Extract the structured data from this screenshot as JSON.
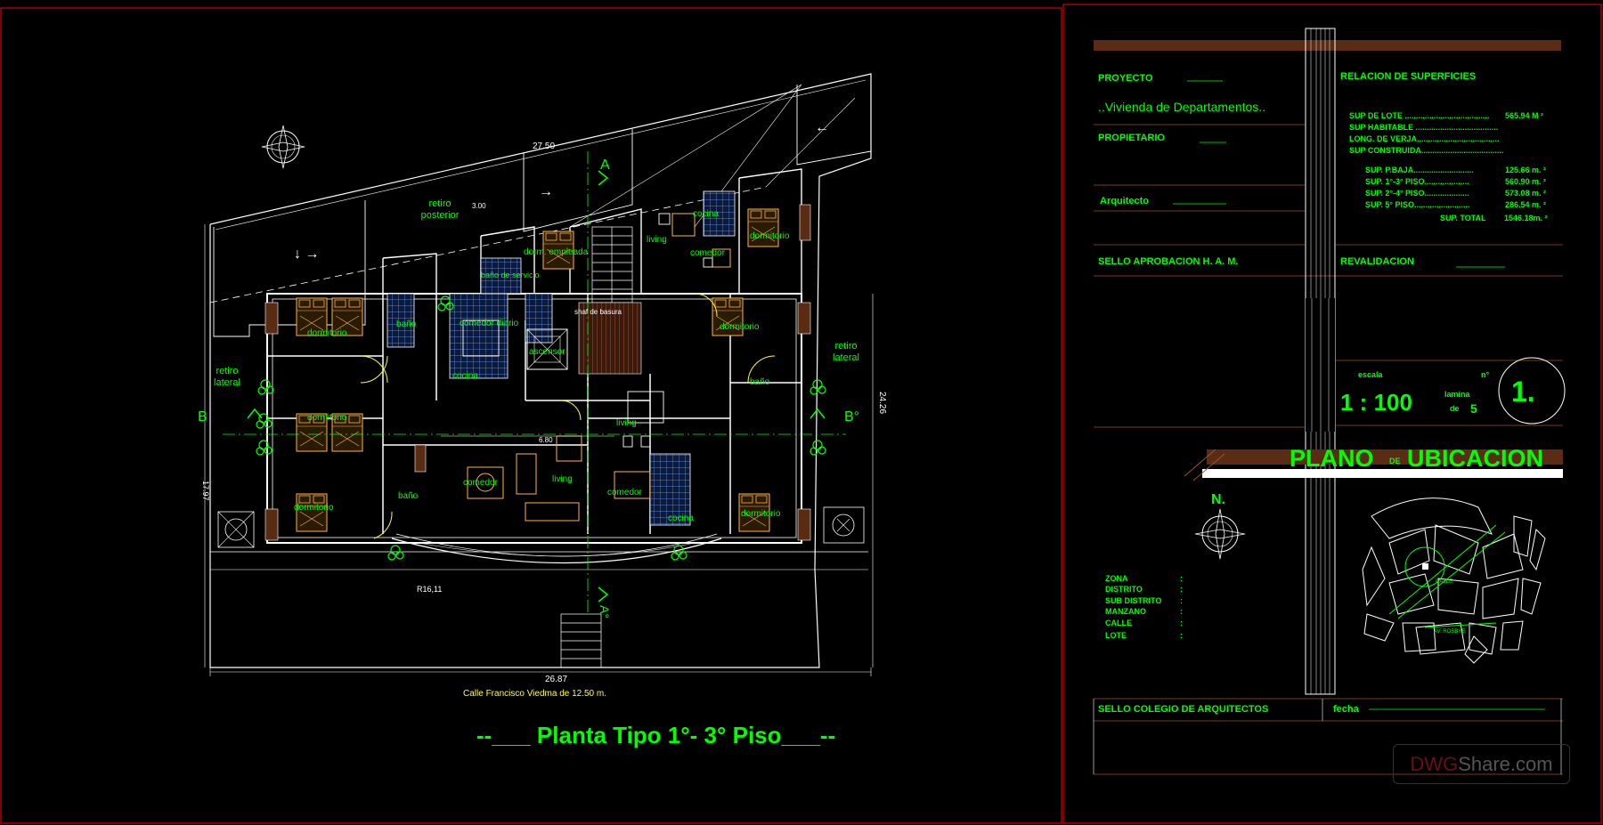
{
  "plan": {
    "title": "--___ Planta  Tipo 1°- 3° Piso___--",
    "street": "Calle  Francisco  Viedma  de 12.50 m.",
    "dims": {
      "top": "27.50",
      "bottom": "26.87",
      "right": "24.26",
      "left": "17.97",
      "retiro_depth": "3.00",
      "inner": "6.80",
      "radius": "R16,11"
    },
    "section_marks": {
      "a_top": "A",
      "a_bottom": "A°",
      "b_left": "B",
      "b_right": "B°"
    },
    "rooms": {
      "retiro_posterior": "retiro posterior",
      "retiro_lateral_left": "retiro lateral",
      "retiro_lateral_right": "retiro lateral",
      "dormitorio": "dormitorio",
      "bano": "baño",
      "cocina": "cocina",
      "comedor": "comedor",
      "living": "living",
      "dormitorio_empleada": "dorm. empleada",
      "bano_servicio": "baño de servicio",
      "ascensor": "ascensor",
      "shaft_basura": "shaf de basura",
      "estar_comedor": "comedor diario"
    }
  },
  "titleblock": {
    "proyecto_label": "PROYECTO",
    "proyecto_value": "..Vivienda   de  Departamentos..",
    "propietario_label": "PROPIETARIO",
    "arquitecto_label": "Arquitecto",
    "sello_ham_label": "SELLO APROBACION  H. A. M.",
    "revalidacion_label": "REVALIDACION",
    "relacion_label": "RELACION DE SUPERFICIES",
    "superficies": [
      {
        "label": "SUP DE LOTE ......................................",
        "value": "565.94  M ²"
      },
      {
        "label": "SUP HABITABLE .....................................",
        "value": ""
      },
      {
        "label": "LONG. DE VERJA.....................................",
        "value": ""
      },
      {
        "label": "SUP CONSTRUIDA.....................................",
        "value": ""
      }
    ],
    "pisos": [
      {
        "label": "SUP. P.BAJA...........................",
        "value": "125.66 m. ²"
      },
      {
        "label": "SUP.  1°-3° PISO....................",
        "value": "560.90 m. ²"
      },
      {
        "label": "SUP.  2°-4° PISO....................",
        "value": "573.08 m. ²"
      },
      {
        "label": "SUP.  5° PISO.........................",
        "value": "286.54 m. ²"
      }
    ],
    "sup_total_label": "SUP. TOTAL",
    "sup_total_value": "1546.18m. ²",
    "escala_label": "escala",
    "escala_value": "1 : 100",
    "lamina_label": "lamina",
    "de_label": "de",
    "lamina_total": "5",
    "n_label": "n°",
    "lamina_number": "1.",
    "ubicacion_pre": "PLANO",
    "ubicacion_de": "DE",
    "ubicacion_post": "UBICACION",
    "north_label": "N.",
    "location_fields": [
      "ZONA",
      "DISTRITO",
      "SUB DISTRITO",
      "MANZANO",
      "CALLE",
      "LOTE"
    ],
    "location_sep": ":",
    "sello_colegio_label": "SELLO  COLEGIO  DE  ARQUITECTOS",
    "fecha_label": "fecha",
    "map_street_1": "AV. ROSBYE",
    "map_street_2": "CALLE"
  },
  "watermark": {
    "part1": "DWG",
    "part2": "Share.com"
  },
  "colors": {
    "background": "#000000",
    "frame": "#ff0000",
    "text": "#00ff00",
    "furniture": "#ffb347",
    "tiles": "#6fa0ff",
    "band": "#5a2c14"
  }
}
